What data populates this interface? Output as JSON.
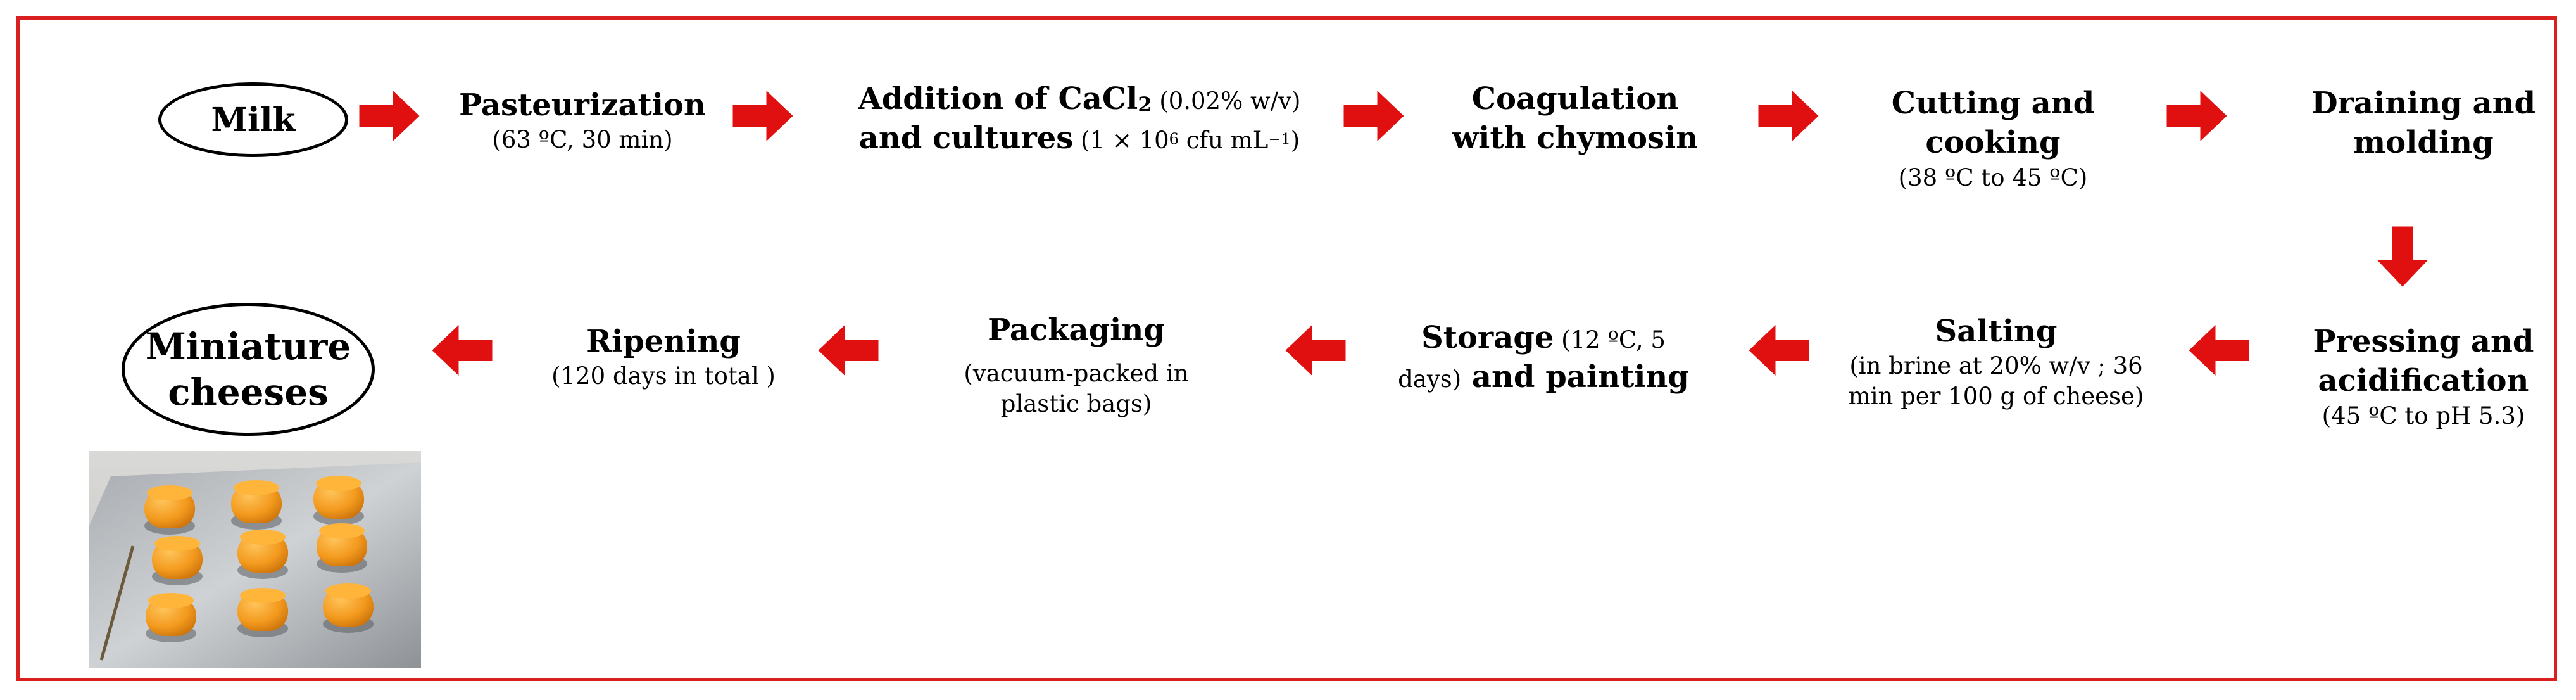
{
  "nodes": {
    "milk": "Milk",
    "miniature_l1": "Miniature",
    "miniature_l2": "cheeses"
  },
  "steps": {
    "pasteurization": {
      "title": "Pasteurization",
      "detail": "(63 ºC, 30 min)"
    },
    "addition": {
      "t1": "Addition of CaCl",
      "t1_sub": "2",
      "d1": " (0.02% w/v)",
      "t2": "and cultures",
      "d2": " (1 × 10",
      "d2_sup": "6",
      "d2_end": " cfu mL",
      "d2_sup2": "−1",
      "d2_close": ")"
    },
    "coagulation": {
      "l1": "Coagulation",
      "l2": "with chymosin"
    },
    "cutting": {
      "l1": "Cutting and",
      "l2": "cooking",
      "detail": "(38 ºC to 45 ºC)"
    },
    "draining": {
      "l1": "Draining and",
      "l2": "molding"
    },
    "pressing": {
      "l1": "Pressing and",
      "l2": "acidification",
      "detail": "(45 ºC to pH 5.3)"
    },
    "salting": {
      "title": "Salting",
      "d1": "(in brine at 20% w/v ; 36",
      "d2": "min per 100 g of cheese)"
    },
    "storage": {
      "t1": "Storage",
      "d1": " (12 ºC, 5",
      "d2": "days)",
      "t2": " and painting"
    },
    "packaging": {
      "title": "Packaging",
      "d1": "(vacuum-packed in",
      "d2": "plastic bags)"
    },
    "ripening": {
      "title": "Ripening",
      "detail": "(120 days in total )"
    }
  },
  "colors": {
    "frame": "#d91f1f",
    "arrow": "#e01010",
    "cheese": "#f39a1e",
    "tray": "#b9bcc0"
  }
}
